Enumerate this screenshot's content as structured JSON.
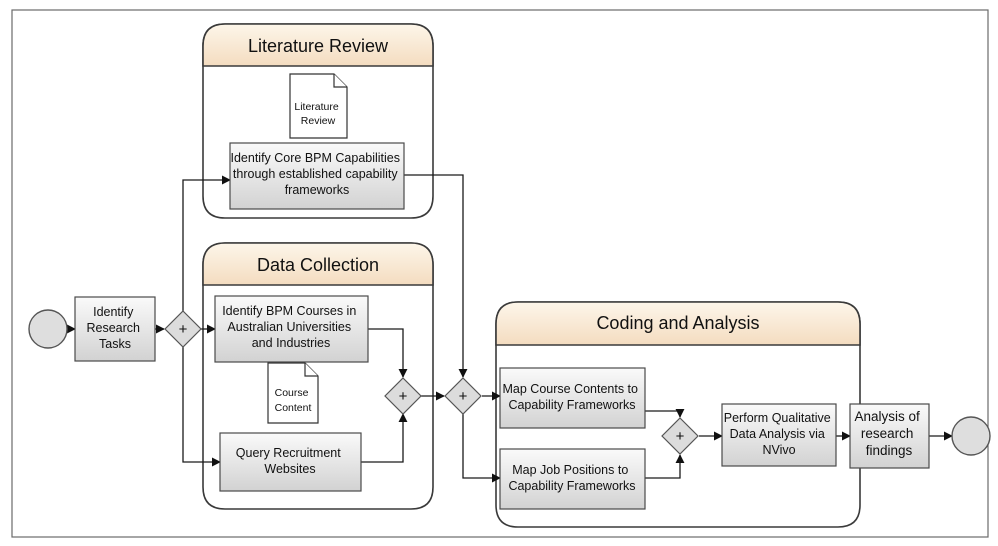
{
  "colors": {
    "lane_header_top": "#fdf6ea",
    "lane_header_bottom": "#f4dcc0",
    "task_top": "#fafafa",
    "task_bottom": "#d2d2d2",
    "gateway": "#dcdcdc",
    "event": "#dedede"
  },
  "lanes": {
    "literature": "Literature Review",
    "data_collection": "Data Collection",
    "coding": "Coding and Analysis"
  },
  "tasks": {
    "identify_tasks": [
      "Identify",
      "Research",
      "Tasks"
    ],
    "core_capabilities": [
      "Identify Core BPM Capabilities",
      "through established capability",
      "frameworks"
    ],
    "bpm_courses": [
      "Identify BPM Courses in",
      "Australian Universities",
      "and Industries"
    ],
    "recruitment": [
      "Query Recruitment",
      "Websites"
    ],
    "map_courses": [
      "Map Course Contents to",
      "Capability Frameworks"
    ],
    "map_jobs": [
      "Map Job Positions to",
      "Capability Frameworks"
    ],
    "qualitative": [
      "Perform Qualitative",
      "Data Analysis via",
      "NVivo"
    ],
    "findings": [
      "Analysis of",
      "research",
      "findings"
    ]
  },
  "documents": {
    "literature": [
      "Literature",
      "Review"
    ],
    "course": [
      "Course",
      "Content"
    ]
  },
  "gateway_symbol": "+",
  "icons": {
    "start": "start-event-icon",
    "end": "end-event-icon",
    "gateway": "parallel-gateway-icon",
    "document": "document-icon"
  }
}
